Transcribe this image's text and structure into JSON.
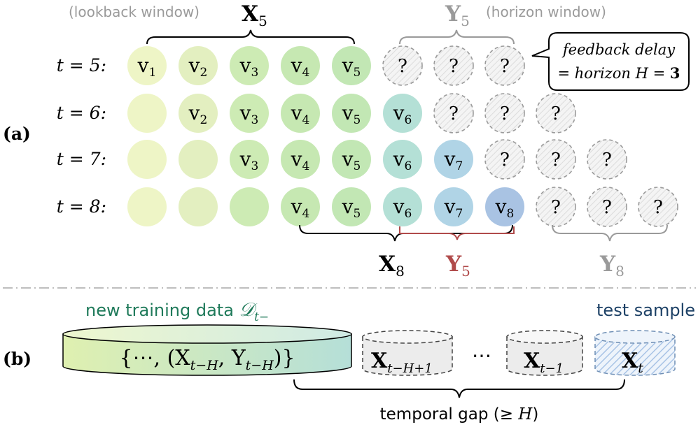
{
  "panel_a": {
    "label": "(a)",
    "lookback_caption": "(lookback window)",
    "horizon_caption": "(horizon window)",
    "x5_bold": "X",
    "x5_sub": "5",
    "y5_bold": "Y",
    "y5_sub": "5",
    "callout": {
      "line1": "feedback delay",
      "line2_prefix": "= horizon ",
      "line2_var": "H",
      "line2_eq": " = ",
      "line2_value": "3"
    },
    "rows": [
      {
        "t": "t = 5:",
        "cells": [
          {
            "kind": "value",
            "text": "v",
            "sub": "1",
            "color": "#eef5c6"
          },
          {
            "kind": "value",
            "text": "v",
            "sub": "2",
            "color": "#e3efc0"
          },
          {
            "kind": "value",
            "text": "v",
            "sub": "3",
            "color": "#cdebb4"
          },
          {
            "kind": "value",
            "text": "v",
            "sub": "4",
            "color": "#c6e8b2"
          },
          {
            "kind": "value",
            "text": "v",
            "sub": "5",
            "color": "#c2e7b4"
          },
          {
            "kind": "unknown",
            "text": "?"
          },
          {
            "kind": "unknown",
            "text": "?"
          },
          {
            "kind": "unknown",
            "text": "?"
          }
        ]
      },
      {
        "t": "t = 6:",
        "cells": [
          {
            "kind": "value",
            "text": "",
            "sub": "",
            "color": "#eef5c6"
          },
          {
            "kind": "value",
            "text": "v",
            "sub": "2",
            "color": "#e3efc0"
          },
          {
            "kind": "value",
            "text": "v",
            "sub": "3",
            "color": "#cdebb4"
          },
          {
            "kind": "value",
            "text": "v",
            "sub": "4",
            "color": "#c6e8b2"
          },
          {
            "kind": "value",
            "text": "v",
            "sub": "5",
            "color": "#c2e7b4"
          },
          {
            "kind": "value",
            "text": "v",
            "sub": "6",
            "color": "#b4e0d6"
          },
          {
            "kind": "unknown",
            "text": "?"
          },
          {
            "kind": "unknown",
            "text": "?"
          },
          {
            "kind": "unknown",
            "text": "?"
          }
        ]
      },
      {
        "t": "t = 7:",
        "cells": [
          {
            "kind": "value",
            "text": "",
            "sub": "",
            "color": "#eef5c6"
          },
          {
            "kind": "value",
            "text": "",
            "sub": "",
            "color": "#e3efc0"
          },
          {
            "kind": "value",
            "text": "v",
            "sub": "3",
            "color": "#cdebb4"
          },
          {
            "kind": "value",
            "text": "v",
            "sub": "4",
            "color": "#c6e8b2"
          },
          {
            "kind": "value",
            "text": "v",
            "sub": "5",
            "color": "#c2e7b4"
          },
          {
            "kind": "value",
            "text": "v",
            "sub": "6",
            "color": "#b4e0d6"
          },
          {
            "kind": "value",
            "text": "v",
            "sub": "7",
            "color": "#b0d4e6"
          },
          {
            "kind": "unknown",
            "text": "?"
          },
          {
            "kind": "unknown",
            "text": "?"
          },
          {
            "kind": "unknown",
            "text": "?"
          }
        ]
      },
      {
        "t": "t = 8:",
        "cells": [
          {
            "kind": "value",
            "text": "",
            "sub": "",
            "color": "#eef5c6"
          },
          {
            "kind": "value",
            "text": "",
            "sub": "",
            "color": "#e3efc0"
          },
          {
            "kind": "value",
            "text": "",
            "sub": "",
            "color": "#cdebb4"
          },
          {
            "kind": "value",
            "text": "v",
            "sub": "4",
            "color": "#c6e8b2"
          },
          {
            "kind": "value",
            "text": "v",
            "sub": "5",
            "color": "#c2e7b4"
          },
          {
            "kind": "value",
            "text": "v",
            "sub": "6",
            "color": "#b4e0d6"
          },
          {
            "kind": "value",
            "text": "v",
            "sub": "7",
            "color": "#b0d4e6"
          },
          {
            "kind": "value",
            "text": "v",
            "sub": "8",
            "color": "#a9c3e3"
          },
          {
            "kind": "unknown",
            "text": "?"
          },
          {
            "kind": "unknown",
            "text": "?"
          },
          {
            "kind": "unknown",
            "text": "?"
          }
        ]
      }
    ],
    "x8_bold": "X",
    "x8_sub": "8",
    "y5_bottom_bold": "Y",
    "y5_bottom_sub": "5",
    "y8_bold": "Y",
    "y8_sub": "8"
  },
  "panel_b": {
    "label": "(b)",
    "train_caption": "new training data ",
    "train_symbol": "𝒟",
    "train_sub": "t−",
    "test_caption": "test sample",
    "train_set_text": "{⋯, (X",
    "train_set_sub1": "t−H",
    "train_set_mid": ", Y",
    "train_set_sub2": "t−H",
    "train_set_end": ")}",
    "gap1_bold": "X",
    "gap1_sub": "t−H+1",
    "ellipsis": "⋯",
    "gap2_bold": "X",
    "gap2_sub": "t−1",
    "test_bold": "X",
    "test_sub": "t",
    "gap_caption_prefix": "temporal gap (≥ ",
    "gap_caption_var": "H",
    "gap_caption_suffix": ")"
  },
  "colors": {
    "green_text": "#1f7a5a",
    "navy_text": "#1d4166",
    "red": "#b04a4a",
    "gray_text": "#9a9a9a",
    "dash": "#9b9b9b"
  }
}
